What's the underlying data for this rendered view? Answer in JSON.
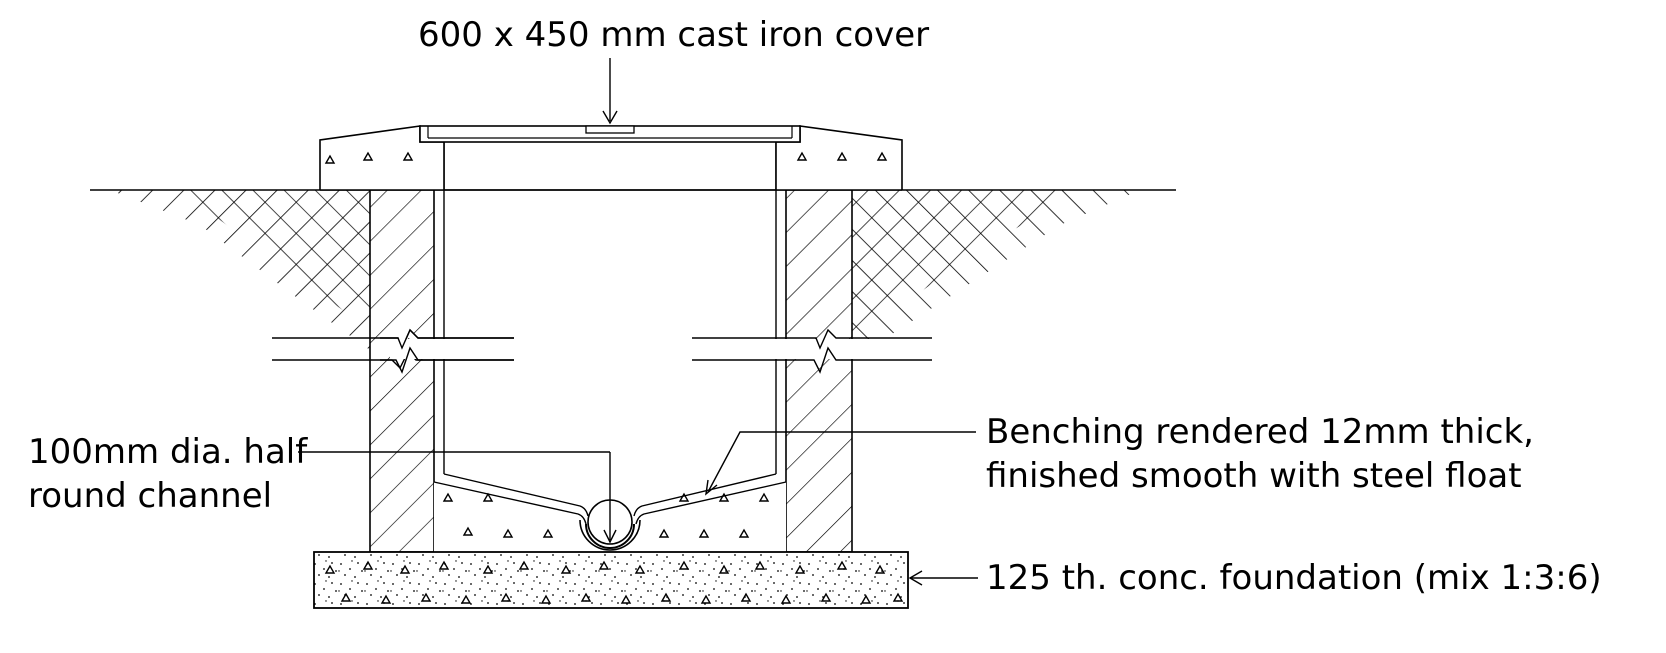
{
  "labels": {
    "cover": "600 x 450 mm cast iron cover",
    "channel": [
      "100mm dia. half",
      "round channel"
    ],
    "benching": [
      "Benching rendered 12mm thick,",
      "finished smooth with steel float"
    ],
    "foundation": "125 th. conc. foundation (mix 1:3:6)"
  },
  "colors": {
    "ink": "#000000",
    "paper": "#ffffff"
  }
}
